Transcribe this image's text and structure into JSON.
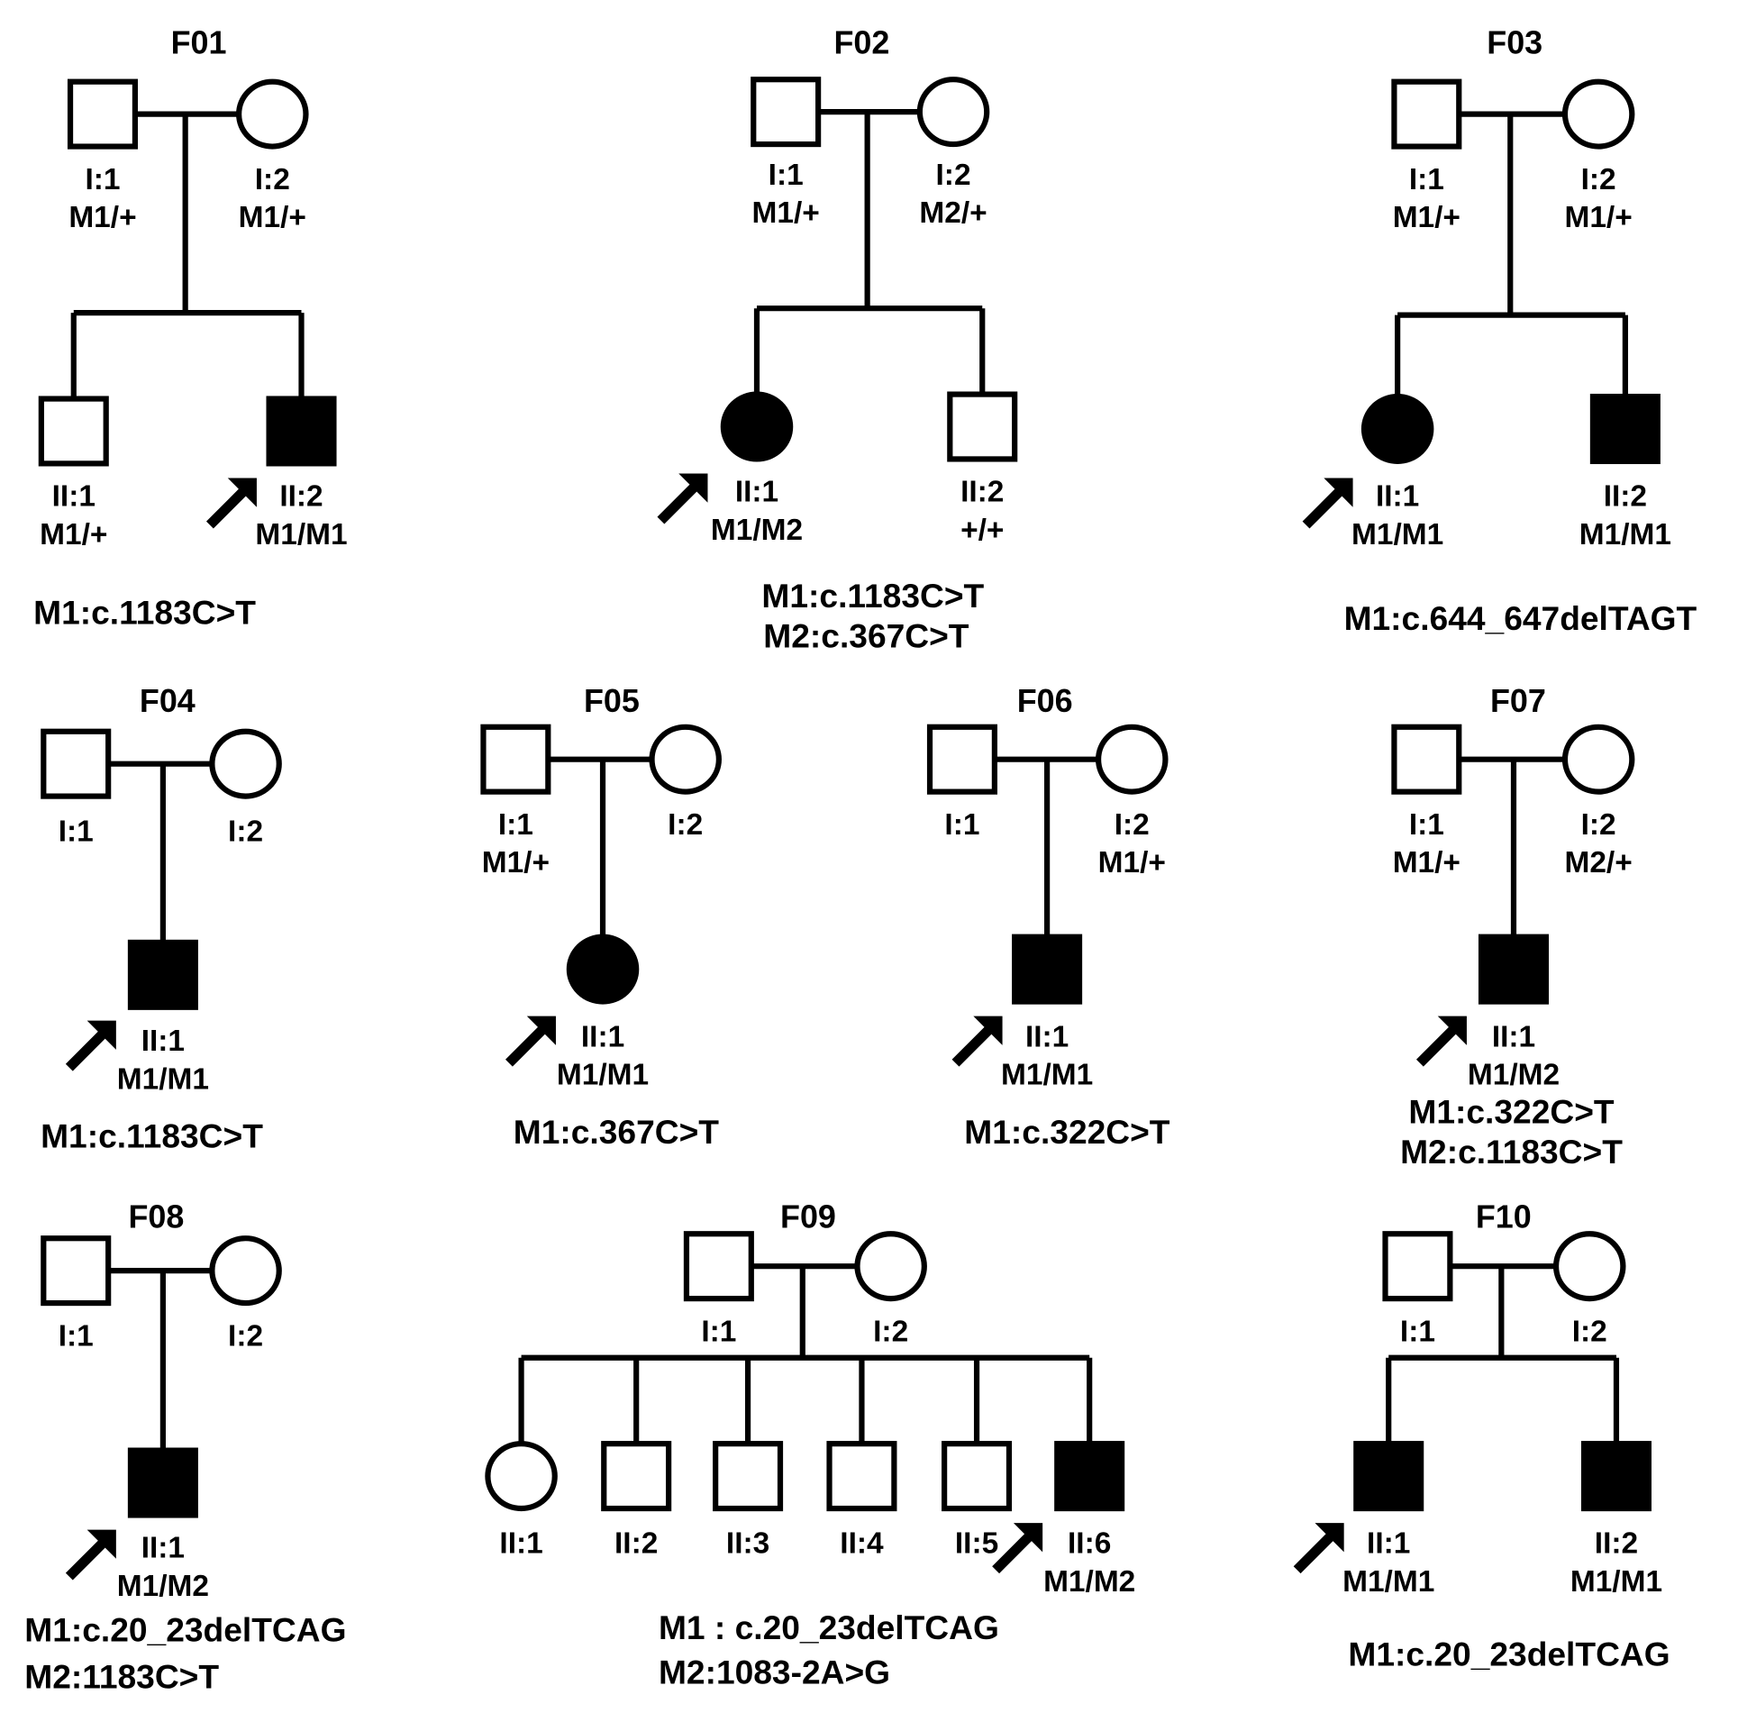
{
  "figure": {
    "families": [
      {
        "id": "F01",
        "title": "F01",
        "parents": [
          {
            "id": "I:1",
            "sex": "male",
            "affected": false,
            "genotype": "M1/+"
          },
          {
            "id": "I:2",
            "sex": "female",
            "affected": false,
            "genotype": "M1/+"
          }
        ],
        "children": [
          {
            "id": "II:1",
            "sex": "male",
            "affected": false,
            "genotype": "M1/+",
            "proband": false
          },
          {
            "id": "II:2",
            "sex": "male",
            "affected": true,
            "genotype": "M1/M1",
            "proband": true
          }
        ],
        "mutations": [
          "M1:c.1183C>T"
        ]
      },
      {
        "id": "F02",
        "title": "F02",
        "parents": [
          {
            "id": "I:1",
            "sex": "male",
            "affected": false,
            "genotype": "M1/+"
          },
          {
            "id": "I:2",
            "sex": "female",
            "affected": false,
            "genotype": "M2/+"
          }
        ],
        "children": [
          {
            "id": "II:1",
            "sex": "female",
            "affected": true,
            "genotype": "M1/M2",
            "proband": true
          },
          {
            "id": "II:2",
            "sex": "male",
            "affected": false,
            "genotype": "+/+",
            "proband": false
          }
        ],
        "mutations": [
          "M1:c.1183C>T",
          "M2:c.367C>T"
        ]
      },
      {
        "id": "F03",
        "title": "F03",
        "parents": [
          {
            "id": "I:1",
            "sex": "male",
            "affected": false,
            "genotype": "M1/+"
          },
          {
            "id": "I:2",
            "sex": "female",
            "affected": false,
            "genotype": "M1/+"
          }
        ],
        "children": [
          {
            "id": "II:1",
            "sex": "female",
            "affected": true,
            "genotype": "M1/M1",
            "proband": true
          },
          {
            "id": "II:2",
            "sex": "male",
            "affected": true,
            "genotype": "M1/M1",
            "proband": false
          }
        ],
        "mutations": [
          "M1:c.644_647delTAGT"
        ]
      },
      {
        "id": "F04",
        "title": "F04",
        "parents": [
          {
            "id": "I:1",
            "sex": "male",
            "affected": false,
            "genotype": ""
          },
          {
            "id": "I:2",
            "sex": "female",
            "affected": false,
            "genotype": ""
          }
        ],
        "children": [
          {
            "id": "II:1",
            "sex": "male",
            "affected": true,
            "genotype": "M1/M1",
            "proband": true
          }
        ],
        "mutations": [
          "M1:c.1183C>T"
        ]
      },
      {
        "id": "F05",
        "title": "F05",
        "parents": [
          {
            "id": "I:1",
            "sex": "male",
            "affected": false,
            "genotype": "M1/+"
          },
          {
            "id": "I:2",
            "sex": "female",
            "affected": false,
            "genotype": ""
          }
        ],
        "children": [
          {
            "id": "II:1",
            "sex": "female",
            "affected": true,
            "genotype": "M1/M1",
            "proband": true
          }
        ],
        "mutations": [
          "M1:c.367C>T"
        ]
      },
      {
        "id": "F06",
        "title": "F06",
        "parents": [
          {
            "id": "I:1",
            "sex": "male",
            "affected": false,
            "genotype": ""
          },
          {
            "id": "I:2",
            "sex": "female",
            "affected": false,
            "genotype": "M1/+"
          }
        ],
        "children": [
          {
            "id": "II:1",
            "sex": "male",
            "affected": true,
            "genotype": "M1/M1",
            "proband": true
          }
        ],
        "mutations": [
          "M1:c.322C>T"
        ]
      },
      {
        "id": "F07",
        "title": "F07",
        "parents": [
          {
            "id": "I:1",
            "sex": "male",
            "affected": false,
            "genotype": "M1/+"
          },
          {
            "id": "I:2",
            "sex": "female",
            "affected": false,
            "genotype": "M2/+"
          }
        ],
        "children": [
          {
            "id": "II:1",
            "sex": "male",
            "affected": true,
            "genotype": "M1/M2",
            "proband": true
          }
        ],
        "mutations": [
          "M1:c.322C>T",
          "M2:c.1183C>T"
        ]
      },
      {
        "id": "F08",
        "title": "F08",
        "parents": [
          {
            "id": "I:1",
            "sex": "male",
            "affected": false,
            "genotype": ""
          },
          {
            "id": "I:2",
            "sex": "female",
            "affected": false,
            "genotype": ""
          }
        ],
        "children": [
          {
            "id": "II:1",
            "sex": "male",
            "affected": true,
            "genotype": "M1/M2",
            "proband": true
          }
        ],
        "mutations": [
          "M1:c.20_23delTCAG",
          "M2:1183C>T"
        ]
      },
      {
        "id": "F09",
        "title": "F09",
        "parents": [
          {
            "id": "I:1",
            "sex": "male",
            "affected": false,
            "genotype": ""
          },
          {
            "id": "I:2",
            "sex": "female",
            "affected": false,
            "genotype": ""
          }
        ],
        "children": [
          {
            "id": "II:1",
            "sex": "female",
            "affected": false,
            "genotype": "",
            "proband": false
          },
          {
            "id": "II:2",
            "sex": "male",
            "affected": false,
            "genotype": "",
            "proband": false
          },
          {
            "id": "II:3",
            "sex": "male",
            "affected": false,
            "genotype": "",
            "proband": false
          },
          {
            "id": "II:4",
            "sex": "male",
            "affected": false,
            "genotype": "",
            "proband": false
          },
          {
            "id": "II:5",
            "sex": "male",
            "affected": false,
            "genotype": "",
            "proband": false
          },
          {
            "id": "II:6",
            "sex": "male",
            "affected": true,
            "genotype": "M1/M2",
            "proband": true
          }
        ],
        "mutations": [
          "M1 : c.20_23delTCAG",
          "M2:1083-2A>G"
        ]
      },
      {
        "id": "F10",
        "title": "F10",
        "parents": [
          {
            "id": "I:1",
            "sex": "male",
            "affected": false,
            "genotype": ""
          },
          {
            "id": "I:2",
            "sex": "female",
            "affected": false,
            "genotype": ""
          }
        ],
        "children": [
          {
            "id": "II:1",
            "sex": "male",
            "affected": true,
            "genotype": "M1/M1",
            "proband": true
          },
          {
            "id": "II:2",
            "sex": "male",
            "affected": true,
            "genotype": "M1/M1",
            "proband": false
          }
        ],
        "mutations": [
          "M1:c.20_23delTCAG"
        ]
      }
    ]
  }
}
